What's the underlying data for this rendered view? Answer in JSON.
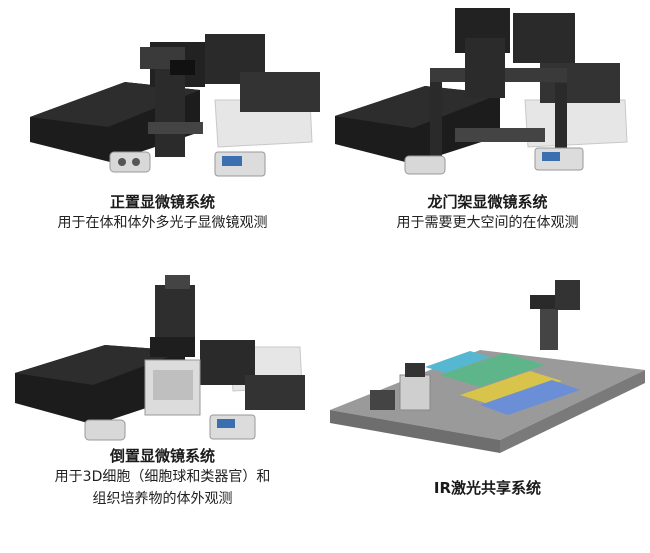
{
  "panels": [
    {
      "title": "正置显微镜系统",
      "description": "用于在体和体外多光子显微镜观测"
    },
    {
      "title": "龙门架显微镜系统",
      "description": "用于需要更大空间的在体观测"
    },
    {
      "title": "倒置显微镜系统",
      "description_line1": "用于3D细胞（细胞球和类器官）和",
      "description_line2": "组织培养物的体外观测"
    },
    {
      "title": "IR激光共享系统"
    }
  ],
  "colors": {
    "frame": "#2a2a2a",
    "box": "#1f1f1f",
    "white_box": "#e8e8e8",
    "optics_blue": "#6b8fd6",
    "optics_yellow": "#d8c44a",
    "optics_green": "#5fb58a",
    "optics_cyan": "#56b7d1",
    "table_gray": "#8a8a8a"
  }
}
